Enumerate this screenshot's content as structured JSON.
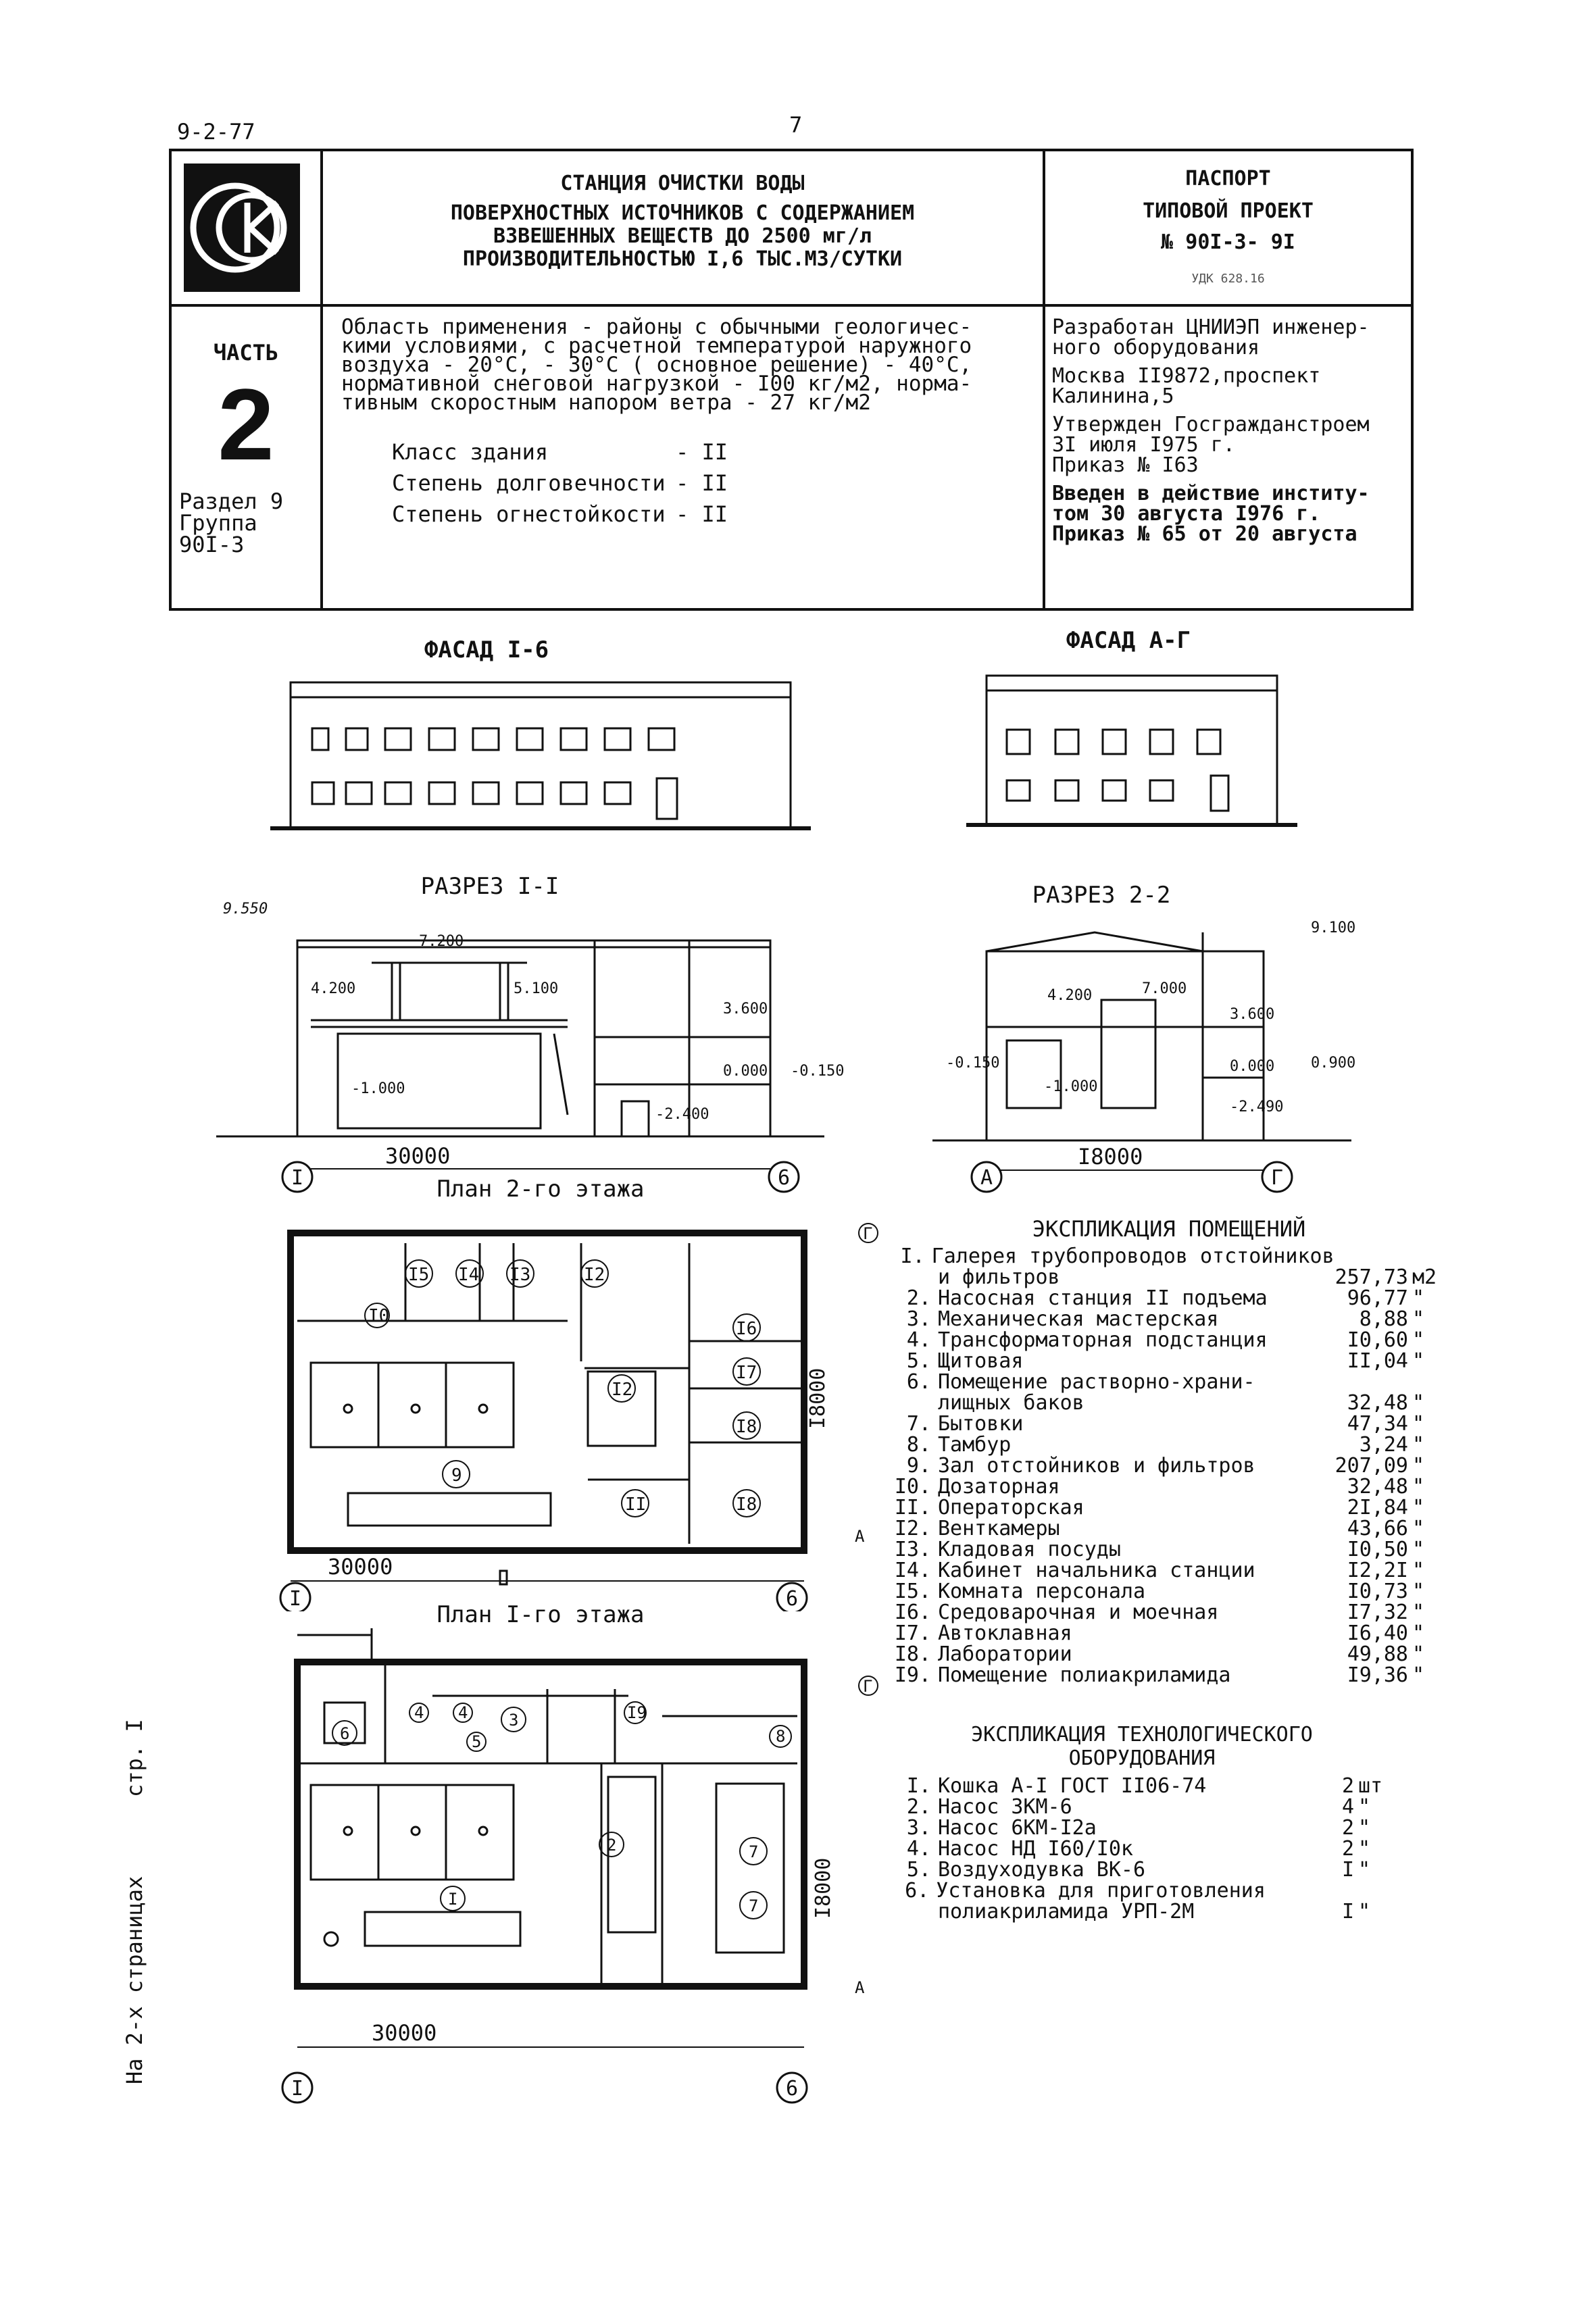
{
  "page": {
    "doc_code": "9-2-77",
    "page_number": "7",
    "side_note_left": "На 2-х страницах",
    "side_note_right": "стр. I"
  },
  "header": {
    "title_lines": [
      "СТАНЦИЯ ОЧИСТКИ ВОДЫ",
      "ПОВЕРХНОСТНЫХ ИСТОЧНИКОВ С СОДЕРЖАНИЕМ",
      "ВЗВЕШЕННЫХ ВЕЩЕСТВ ДО 2500 мг/л",
      "ПРОИЗВОДИТЕЛЬНОСТЬЮ I,6 ТЫС.МЗ/СУТКИ"
    ],
    "passport": "ПАСПОРТ",
    "project_type": "ТИПОВОЙ ПРОЕКТ",
    "project_number": "№ 90I-3- 9I",
    "udk": "УДК 628.16",
    "part_label": "ЧАСТЬ",
    "part_number": "2",
    "section": "Раздел 9",
    "group": "Группа",
    "group_code": "90I-3"
  },
  "description": {
    "lines": [
      "Область применения - районы с обычными геологичес-",
      "кими условиями, с расчетной температурой наружного",
      "воздуха - 20°С, - 30°С ( основное решение) - 40°С,",
      "нормативной снеговой нагрузкой - I00 кг/м2, норма-",
      "тивным скоростным напором ветра - 27 кг/м2"
    ],
    "props": [
      {
        "label": "Класс здания",
        "value": "- II"
      },
      {
        "label": "Степень долговечности",
        "value": "- II"
      },
      {
        "label": "Степень огнестойкости",
        "value": "- II"
      }
    ]
  },
  "developer": {
    "lines": [
      "Разработан ЦНИИЭП инженер-",
      "ного оборудования",
      "Москва II9872,проспект",
      "Калинина,5",
      "Утвержден Госгражданстроем",
      "3I июля I975 г.",
      "Приказ № I63",
      "Введен в действие институ-",
      "том 30 августа I976 г.",
      "Приказ № 65 от 20 августа"
    ]
  },
  "drawings": {
    "facade_1": "ФАСАД I-6",
    "facade_2": "ФАСАД А-Г",
    "section_1": "РАЗРЕЗ I-I",
    "section_2": "РАЗРЕЗ 2-2",
    "plan_2": "План 2-го этажа",
    "plan_1": "План I-го этажа",
    "dim_30000": "30000",
    "dim_18000": "I8000",
    "axis_1": "I",
    "axis_6": "6",
    "axis_A": "А",
    "axis_G": "Г",
    "marks": {
      "m9550": "9.550",
      "m7200": "7.200",
      "m4200": "4.200",
      "m5100": "5.100",
      "m3600": "3.600",
      "m0000": "0.000",
      "m_1000": "-1.000",
      "m_0150": "-0.150",
      "m_2400": "-2.400",
      "m9100": "9.100",
      "m7000": "7.000",
      "m0900": "0.900",
      "m_2490": "-2.490"
    }
  },
  "rooms": {
    "title": "ЭКСПЛИКАЦИЯ ПОМЕЩЕНИЙ",
    "items": [
      {
        "num": "I.",
        "name": "Галерея трубопроводов отстойников",
        "value": "",
        "unit": ""
      },
      {
        "num": "",
        "name": "и фильтров",
        "value": "257,73",
        "unit": "м2"
      },
      {
        "num": "2.",
        "name": "Насосная станция II подъема",
        "value": "96,77",
        "unit": "\""
      },
      {
        "num": "3.",
        "name": "Механическая мастерская",
        "value": "8,88",
        "unit": "\""
      },
      {
        "num": "4.",
        "name": "Трансформаторная подстанция",
        "value": "I0,60",
        "unit": "\""
      },
      {
        "num": "5.",
        "name": "Щитовая",
        "value": "II,04",
        "unit": "\""
      },
      {
        "num": "6.",
        "name": "Помещение растворно-храни-",
        "value": "",
        "unit": ""
      },
      {
        "num": "",
        "name": "лищных баков",
        "value": "32,48",
        "unit": "\""
      },
      {
        "num": "7.",
        "name": "Бытовки",
        "value": "47,34",
        "unit": "\""
      },
      {
        "num": "8.",
        "name": "Тамбур",
        "value": "3,24",
        "unit": "\""
      },
      {
        "num": "9.",
        "name": "Зал отстойников и фильтров",
        "value": "207,09",
        "unit": "\""
      },
      {
        "num": "I0.",
        "name": "Дозаторная",
        "value": "32,48",
        "unit": "\""
      },
      {
        "num": "II.",
        "name": "Операторская",
        "value": "2I,84",
        "unit": "\""
      },
      {
        "num": "I2.",
        "name": "Венткамеры",
        "value": "43,66",
        "unit": "\""
      },
      {
        "num": "I3.",
        "name": "Кладовая посуды",
        "value": "I0,50",
        "unit": "\""
      },
      {
        "num": "I4.",
        "name": "Кабинет начальника станции",
        "value": "I2,2I",
        "unit": "\""
      },
      {
        "num": "I5.",
        "name": "Комната персонала",
        "value": "I0,73",
        "unit": "\""
      },
      {
        "num": "I6.",
        "name": "Средоварочная и моечная",
        "value": "I7,32",
        "unit": "\""
      },
      {
        "num": "I7.",
        "name": "Автоклавная",
        "value": "I6,40",
        "unit": "\""
      },
      {
        "num": "I8.",
        "name": "Лаборатории",
        "value": "49,88",
        "unit": "\""
      },
      {
        "num": "I9.",
        "name": "Помещение полиакриламида",
        "value": "I9,36",
        "unit": "\""
      }
    ]
  },
  "equipment": {
    "title_1": "ЭКСПЛИКАЦИЯ ТЕХНОЛОГИЧЕСКОГО",
    "title_2": "ОБОРУДОВАНИЯ",
    "items": [
      {
        "num": "I.",
        "name": "Кошка А-I ГОСТ II06-74",
        "value": "2",
        "unit": "шт"
      },
      {
        "num": "2.",
        "name": "Насос ЗКМ-6",
        "value": "4",
        "unit": "\""
      },
      {
        "num": "3.",
        "name": "Насос 6КМ-I2а",
        "value": "2",
        "unit": "\""
      },
      {
        "num": "4.",
        "name": "Насос НД I60/I0к",
        "value": "2",
        "unit": "\""
      },
      {
        "num": "5.",
        "name": "Воздуходувка ВК-6",
        "value": "I",
        "unit": "\""
      },
      {
        "num": "6.",
        "name": "Установка для приготовления",
        "value": "",
        "unit": ""
      },
      {
        "num": "",
        "name": "полиакриламида УРП-2М",
        "value": "I",
        "unit": "\""
      }
    ]
  }
}
